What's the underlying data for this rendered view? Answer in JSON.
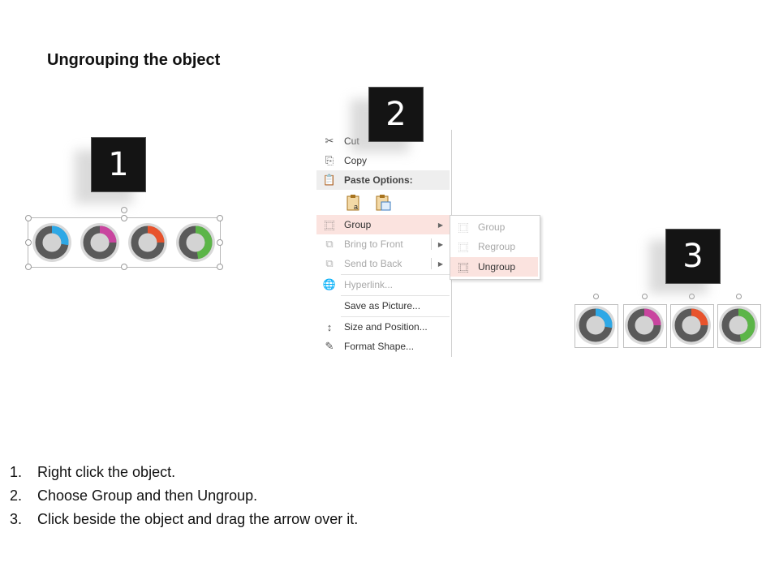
{
  "title": "Ungrouping the object",
  "steps": [
    {
      "label": "1"
    },
    {
      "label": "2"
    },
    {
      "label": "3"
    }
  ],
  "donuts": [
    {
      "color": "#2ea8e6",
      "name": "blue"
    },
    {
      "color": "#c9459f",
      "name": "magenta"
    },
    {
      "color": "#e8532c",
      "name": "orange"
    },
    {
      "color": "#5cb548",
      "name": "green"
    }
  ],
  "context_menu": {
    "items": [
      {
        "label": "Cut",
        "icon": "scissors-icon",
        "disabled": false
      },
      {
        "label": "Copy",
        "icon": "copy-icon",
        "disabled": false
      },
      {
        "label": "Paste Options:",
        "icon": "paste-icon",
        "header": true
      },
      {
        "label": "Group",
        "icon": "group-icon",
        "highlighted": true,
        "submenu": true
      },
      {
        "label": "Bring to Front",
        "icon": "bring-front-icon",
        "disabled": true,
        "submenu": true
      },
      {
        "label": "Send to Back",
        "icon": "send-back-icon",
        "disabled": true,
        "submenu": true
      },
      {
        "label": "Hyperlink...",
        "icon": "hyperlink-icon",
        "disabled": true
      },
      {
        "label": "Save as Picture...",
        "icon": "",
        "disabled": false
      },
      {
        "label": "Size and Position...",
        "icon": "size-position-icon",
        "disabled": false
      },
      {
        "label": "Format Shape...",
        "icon": "format-shape-icon",
        "disabled": false
      }
    ],
    "paste_icons": [
      "paste-keep-text-icon",
      "paste-picture-icon"
    ]
  },
  "submenu": {
    "items": [
      {
        "label": "Group",
        "icon": "group-icon",
        "disabled": true
      },
      {
        "label": "Regroup",
        "icon": "regroup-icon",
        "disabled": true
      },
      {
        "label": "Ungroup",
        "icon": "ungroup-icon",
        "highlighted": true
      }
    ]
  },
  "instructions": [
    {
      "num": "1.",
      "text": "Right click the object."
    },
    {
      "num": "2.",
      "text": "Choose Group and then Ungroup."
    },
    {
      "num": "3.",
      "text": "Click beside the object and drag the arrow over it."
    }
  ]
}
